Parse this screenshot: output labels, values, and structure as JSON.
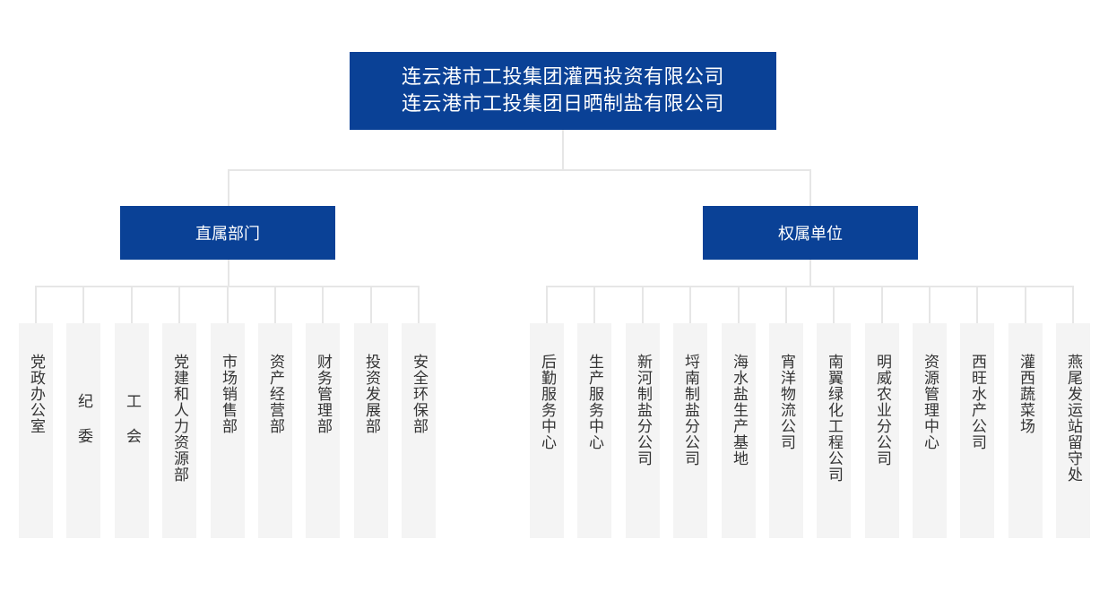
{
  "company": {
    "line1": "连云港市工投集团灌西投资有限公司",
    "line2": "连云港市工投集团日晒制盐有限公司"
  },
  "categories": {
    "left": "直属部门",
    "right": "权属单位"
  },
  "departments": [
    "党政办公室",
    "纪委",
    "工会",
    "党建和人力资源部",
    "市场销售部",
    "资产经营部",
    "财务管理部",
    "投资发展部",
    "安全环保部"
  ],
  "subsidiaries": [
    "后勤服务中心",
    "生产服务中心",
    "新河制盐分公司",
    "埒南制盐分公司",
    "海水盐生产基地",
    "宵洋物流公司",
    "南翼绿化工程公司",
    "明威农业分公司",
    "资源管理中心",
    "西旺水产公司",
    "灌西蔬菜场",
    "燕尾发运站留守处"
  ],
  "colors": {
    "header_bg": "#0a4196",
    "unit_bg": "#f4f4f4",
    "connector": "#e6e6e6"
  }
}
